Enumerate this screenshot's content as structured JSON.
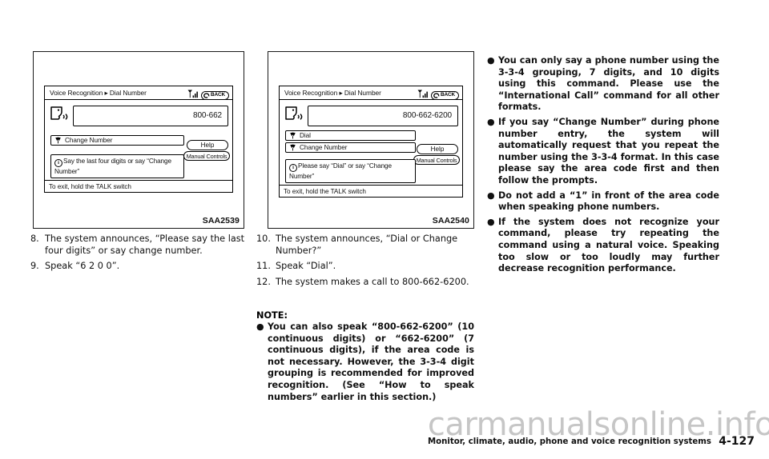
{
  "figures": [
    {
      "code": "SAA2539",
      "screen": {
        "title": "Voice Recognition ▸ Dial Number",
        "signal_icon": "signal-bars-icon",
        "back_label": "BACK",
        "voice_icon": "voice-head-icon",
        "number_value": "800-662",
        "commands": [
          {
            "icon": "microphone-icon",
            "label": "Change Number"
          }
        ],
        "help_label": "Help",
        "manual_controls_label": "Manual Controls",
        "info_icon": "info-circle-icon",
        "info_text": "Say the last four digits or say “Change Number”",
        "footer": "To exit, hold the TALK switch"
      }
    },
    {
      "code": "SAA2540",
      "screen": {
        "title": "Voice Recognition ▸ Dial Number",
        "signal_icon": "signal-bars-icon",
        "back_label": "BACK",
        "voice_icon": "voice-head-icon",
        "number_value": "800-662-6200",
        "commands": [
          {
            "icon": "microphone-icon",
            "label": "Dial"
          },
          {
            "icon": "microphone-icon",
            "label": "Change Number"
          }
        ],
        "help_label": "Help",
        "manual_controls_label": "Manual Controls",
        "info_icon": "info-circle-icon",
        "info_text": "Please say “Dial” or say “Change Number”",
        "footer": "To exit, hold the TALK switch"
      }
    }
  ],
  "column_1": {
    "steps": [
      {
        "num": "8.",
        "text": "The system announces, “Please say the last four digits” or say change number."
      },
      {
        "num": "9.",
        "text": "Speak “6 2 0 0”."
      }
    ]
  },
  "column_2": {
    "steps": [
      {
        "num": "10.",
        "text": "The system announces, “Dial or Change Number?”"
      },
      {
        "num": "11.",
        "text": "Speak “Dial”."
      },
      {
        "num": "12.",
        "text": "The system makes a call to 800-662-6200."
      }
    ],
    "note_heading": "NOTE:",
    "bullets": [
      "You can also speak “800-662-6200” (10 continuous digits) or “662-6200” (7 continuous digits), if the area code is not necessary. However, the 3-3-4 digit grouping is recommended for improved recognition. (See “How to speak numbers” earlier in this section.)"
    ]
  },
  "column_3": {
    "bullets": [
      "You can only say a phone number using the 3-3-4 grouping, 7 digits, and 10 digits using this command. Please use the “International Call” command for all other formats.",
      "If you say “Change Number” during phone number entry, the system will automatically request that you repeat the number using the 3-3-4 format. In this case please say the area code first and then follow the prompts.",
      "Do not add a “1” in front of the area code when speaking phone numbers.",
      "If the system does not recognize your command, please try repeating the command using a natural voice. Speaking too slow or too loudly may further decrease recognition performance."
    ]
  },
  "footer": {
    "section_text": "Monitor, climate, audio, phone and voice recognition systems",
    "page_number": "4-127",
    "watermark": "carmanualsonline.info"
  },
  "colors": {
    "ink": "#111111",
    "paper": "#ffffff",
    "watermark": "#787878"
  }
}
